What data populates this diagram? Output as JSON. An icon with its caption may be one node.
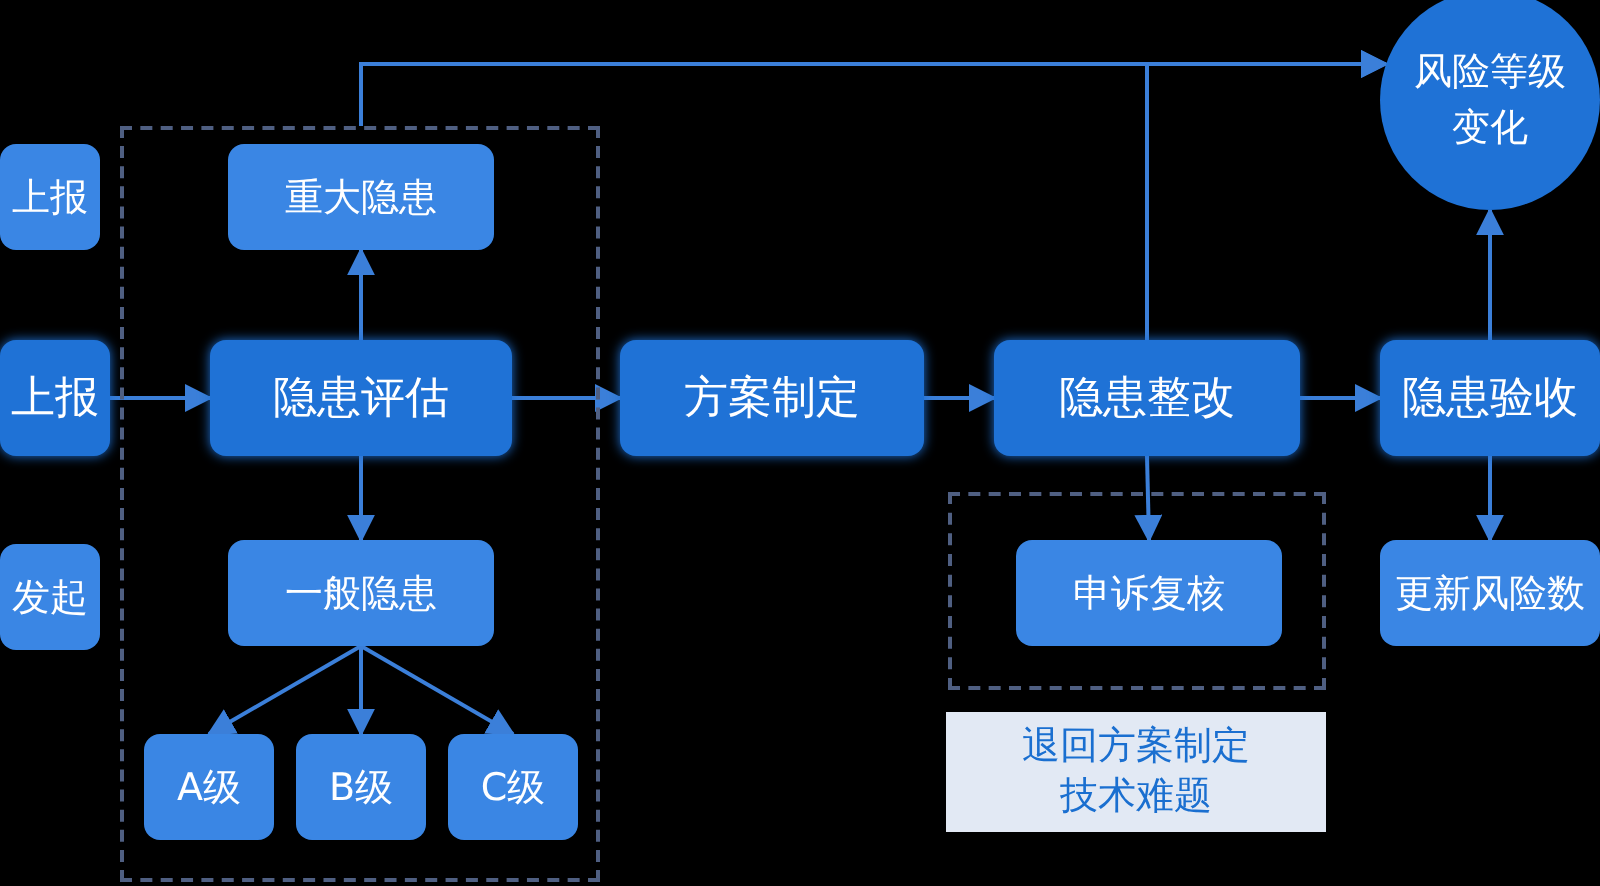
{
  "diagram": {
    "nodes": [
      {
        "text": [
          "上报"
        ]
      },
      {
        "text": [
          "上报"
        ]
      },
      {
        "text": [
          "发起"
        ]
      },
      {
        "text": [],
        "shape": "box"
      },
      {
        "text": [
          "重大隐患"
        ],
        "in": 3
      },
      {
        "text": [
          "隐患评估"
        ],
        "in": 3
      },
      {
        "text": [
          "一般隐患"
        ],
        "in": 3
      },
      {
        "text": [
          "A级"
        ],
        "in": 3
      },
      {
        "text": [
          "B级"
        ],
        "in": 3
      },
      {
        "text": [
          "C级"
        ],
        "in": 3
      },
      {
        "text": [
          "方案制定"
        ]
      },
      {
        "text": [
          "隐患整改"
        ]
      },
      {
        "text": [],
        "shape": "box"
      },
      {
        "text": [
          "申诉复核"
        ],
        "in": 12
      },
      {
        "text": [
          "退回方案制定技术难题"
        ]
      },
      {
        "text": [
          "风险等级变化"
        ]
      },
      {
        "text": [
          "隐患验收"
        ]
      },
      {
        "text": [
          "更新风险数"
        ]
      }
    ],
    "edges": [
      {
        "from": 1,
        "to": 5,
        "arrow": "to"
      },
      {
        "from": 5,
        "to": 4,
        "arrow": "to"
      },
      {
        "from": 5,
        "to": 6,
        "arrow": "to"
      },
      {
        "from": 6,
        "to": 7,
        "arrow": "to"
      },
      {
        "from": 6,
        "to": 8,
        "arrow": "to"
      },
      {
        "from": 6,
        "to": 9,
        "arrow": "to"
      },
      {
        "from": 5,
        "to": 10,
        "arrow": "to"
      },
      {
        "from": 10,
        "to": 11,
        "arrow": "to"
      },
      {
        "from": 11,
        "to": 16,
        "arrow": "to"
      },
      {
        "from": 11,
        "to": 13,
        "arrow": "to"
      },
      {
        "from": 3,
        "to": 15,
        "arrow": "to"
      },
      {
        "from": 11,
        "to": 15,
        "arrow": "to"
      },
      {
        "from": 16,
        "to": 15,
        "arrow": "to"
      },
      {
        "from": 16,
        "to": 17,
        "arrow": "to"
      }
    ]
  }
}
